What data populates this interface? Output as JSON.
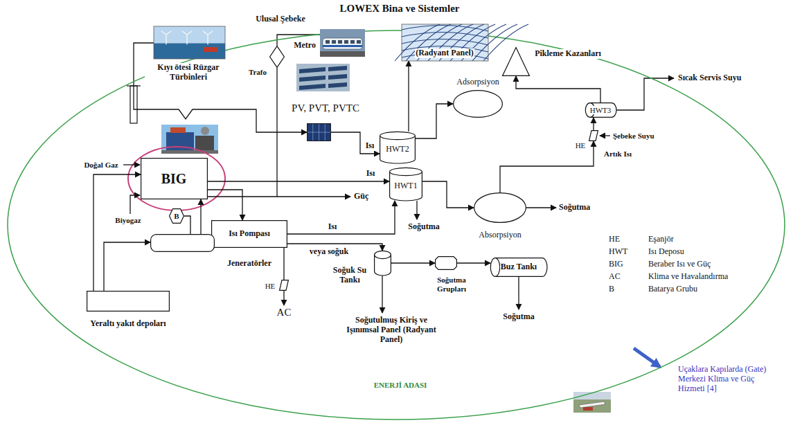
{
  "diagram": {
    "title": "LOWEX Bina ve Sistemler",
    "nodes": [
      {
        "text": [
          "ENERJİ ADASI"
        ]
      },
      {
        "text": [
          "Ulusal Şebeke",
          "Trafo"
        ],
        "in": 0
      },
      {
        "text": [
          "Kıyı ötesi Rüzgar Türbinleri"
        ],
        "in": 0
      },
      {
        "text": [
          "Metro"
        ],
        "in": 0
      },
      {
        "text": [
          "(Radyant Panel)"
        ],
        "in": 0
      },
      {
        "text": [
          "Pikleme Kazanları"
        ],
        "in": 0
      },
      {
        "text": [
          "Adsorpsiyon"
        ],
        "in": 0
      },
      {
        "text": [
          "PV, PVT, PVTC"
        ],
        "in": 0
      },
      {
        "text": [
          "HWT3"
        ],
        "in": 0
      },
      {
        "text": [
          "HWT2"
        ],
        "in": 0
      },
      {
        "text": [
          "HE"
        ],
        "in": 0
      },
      {
        "text": [
          "BIG"
        ],
        "in": 0
      },
      {
        "text": [
          "HWT1"
        ],
        "in": 0
      },
      {
        "text": [
          "Absorpsiyon"
        ],
        "in": 0
      },
      {
        "text": [
          "B"
        ],
        "in": 0
      },
      {
        "text": [
          "Isı Pompası"
        ],
        "in": 0
      },
      {
        "text": [
          "Jeneratörler"
        ],
        "in": 0
      },
      {
        "text": [
          "Soğuk Su Tankı"
        ],
        "in": 0
      },
      {
        "text": [
          "Soğutma Grupları"
        ],
        "in": 0
      },
      {
        "text": [
          "Buz Tankı"
        ],
        "in": 0
      },
      {
        "text": [
          "HE"
        ],
        "in": 0
      },
      {
        "text": [
          "Yeraltı yakıt depoları"
        ],
        "in": 0
      }
    ],
    "edges": [
      {
        "from": 2,
        "to": 7,
        "arrow": "to"
      },
      {
        "from": 1,
        "to": 3,
        "arrow": "none"
      },
      {
        "from": 1,
        "to": 11,
        "arrow": "none"
      },
      {
        "from": 7,
        "to": 9,
        "label": "Isı",
        "arrow": "to"
      },
      {
        "from": 9,
        "to": 4,
        "arrow": "to"
      },
      {
        "from": 9,
        "to": 6,
        "arrow": "to"
      },
      {
        "from": 8,
        "to": 5,
        "arrow": "to"
      },
      {
        "from": 10,
        "to": 8,
        "arrow": "to"
      },
      {
        "from": 11,
        "to": 12,
        "label": "Isı",
        "arrow": "to"
      },
      {
        "from": 11,
        "to": 15,
        "arrow": "to"
      },
      {
        "from": 12,
        "to": 13,
        "arrow": "to"
      },
      {
        "from": 13,
        "to": 10,
        "label": "Artık Isı",
        "arrow": "to"
      },
      {
        "from": 15,
        "to": 12,
        "label": "Isı",
        "arrow": "to"
      },
      {
        "from": 15,
        "to": 17,
        "label": "veya soğuk",
        "arrow": "to"
      },
      {
        "from": 17,
        "to": 18,
        "arrow": "to"
      },
      {
        "from": 18,
        "to": 19,
        "arrow": "to"
      },
      {
        "from": 15,
        "to": 20,
        "arrow": "none"
      },
      {
        "from": 21,
        "to": 11,
        "arrow": "to"
      },
      {
        "from": 21,
        "to": 16,
        "arrow": "to"
      },
      {
        "from": 14,
        "to": 16,
        "arrow": "none"
      },
      {
        "from": 16,
        "to": 11,
        "arrow": "to"
      }
    ],
    "labels": [
      "Sıcak Servis Suyu",
      "Şebeke Suyu",
      "Doğal Gaz",
      "Güç",
      "Soğutma",
      "Biyogaz",
      "Soğutma",
      "HE",
      "Eşanjör",
      "HWT",
      "Isı Deposu",
      "BIG",
      "Beraber Isı ve Güç",
      "AC",
      "Klima ve Havalandırma",
      "B",
      "Batarya Grubu",
      "AC",
      "Soğutma",
      "Soğutulmuş Kiriş ve Işınımsal Panel (Radyant Panel)",
      "Uçaklara Kapılarda (Gate) Merkezi Klima ve Güç Hizmeti [4]"
    ]
  }
}
